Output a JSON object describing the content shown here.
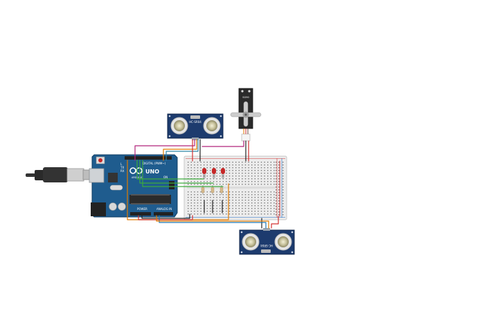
{
  "arduino": {
    "model": "UNO",
    "brand": "ARDUINO",
    "header_digital": "DIGITAL (PWM~)",
    "header_power": "POWER",
    "header_analog": "ANALOG IN",
    "tx": "TX",
    "rx": "RX",
    "l": "L",
    "on": "ON"
  },
  "sensors": {
    "top_label": "HC-SR04",
    "bottom_label": "HC-SR04"
  },
  "servo": {
    "label": "SG90"
  },
  "colors": {
    "board_blue": "#1f5c8e",
    "sensor_navy": "#1d3b6e",
    "wire_red": "#d32f2f",
    "wire_green": "#3daa3d",
    "wire_orange": "#e07b00",
    "wire_magenta": "#b0237a",
    "wire_black": "#222222",
    "led_red": "#c62828"
  },
  "icons": {
    "usb": "usb-cable-icon",
    "arduino_logo": "arduino-infinity-logo"
  }
}
